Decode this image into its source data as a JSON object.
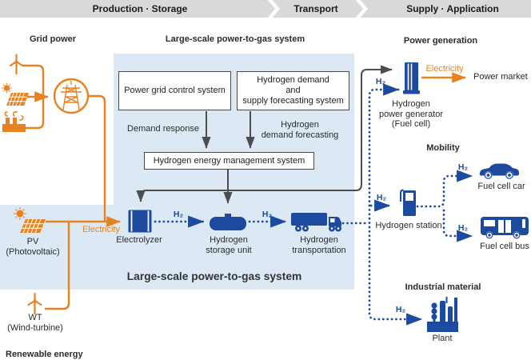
{
  "header": {
    "stages": [
      "Production · Storage",
      "Transport",
      "Supply · Application"
    ]
  },
  "sections": {
    "grid_power": "Grid power",
    "p2g_top": "Large-scale power-to-gas system",
    "power_generation": "Power generation",
    "mobility": "Mobility",
    "industrial_material": "Industrial material",
    "renewable_energy": "Renewable energy",
    "p2g_bottom": "Large-scale power-to-gas system"
  },
  "boxes": {
    "power_grid_control": "Power grid control system",
    "forecast": [
      "Hydrogen demand",
      "and",
      "supply forecasting system"
    ],
    "hems": "Hydrogen energy management system"
  },
  "flow_labels": {
    "demand_response": "Demand response",
    "hydrogen_demand_forecasting": [
      "Hydrogen",
      "demand forecasting"
    ],
    "electricity": "Electricity",
    "h2": "H₂",
    "power_market": "Power market"
  },
  "nodes": {
    "electrolyzer": "Electrolyzer",
    "storage": [
      "Hydrogen",
      "storage unit"
    ],
    "transportation": [
      "Hydrogen",
      "transportation"
    ],
    "generator": [
      "Hydrogen",
      "power generator",
      "(Fuel cell)"
    ],
    "station": "Hydrogen station",
    "car": "Fuel cell car",
    "bus": "Fuel cell bus",
    "plant": "Plant",
    "pv": [
      "PV",
      "(Photovoltaic)"
    ],
    "wt": [
      "WT",
      "(Wind-turbine)"
    ]
  },
  "colors": {
    "orange": "#E8821E",
    "blue": "#1C4A9E",
    "light_blue": "#DCE9F5",
    "bar_gray": "#D8D9D9",
    "line_gray": "#4D4D4D"
  }
}
